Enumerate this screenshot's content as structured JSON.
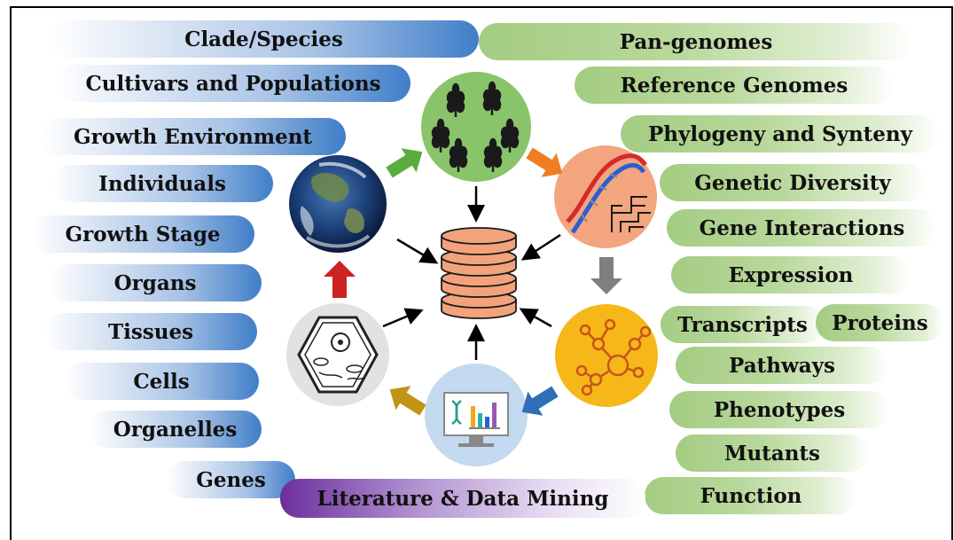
{
  "left_labels": [
    "Clade/Species",
    "Cultivars and Populations",
    "Growth Environment",
    "Individuals",
    "Growth Stage",
    "Organs",
    "Tissues",
    "Cells",
    "Organelles",
    "Genes"
  ],
  "right_labels": [
    "Pan-genomes",
    "Reference Genomes",
    "Phylogeny and Synteny",
    "Genetic Diversity",
    "Gene Interactions",
    "Expression",
    "Transcripts",
    "Proteins",
    "Pathways",
    "Phenotypes",
    "Mutants",
    "Function"
  ],
  "bottom_label": "Literature & Data Mining",
  "icons": [
    "earth-icon",
    "wheat-icon",
    "dna-phylogeny-icon",
    "network-icon",
    "data-analysis-icon",
    "plant-cell-icon",
    "database-icon"
  ],
  "colors": {
    "blue": "#3f7ec8",
    "green": "#9cc97a",
    "purple": "#6b2f9c",
    "arrow_green": "#5aad3c",
    "arrow_orange": "#ef7d22",
    "arrow_gray": "#7f7f7f",
    "arrow_blue": "#2e6fb8",
    "arrow_gold": "#c29314",
    "arrow_red": "#cc2222"
  }
}
